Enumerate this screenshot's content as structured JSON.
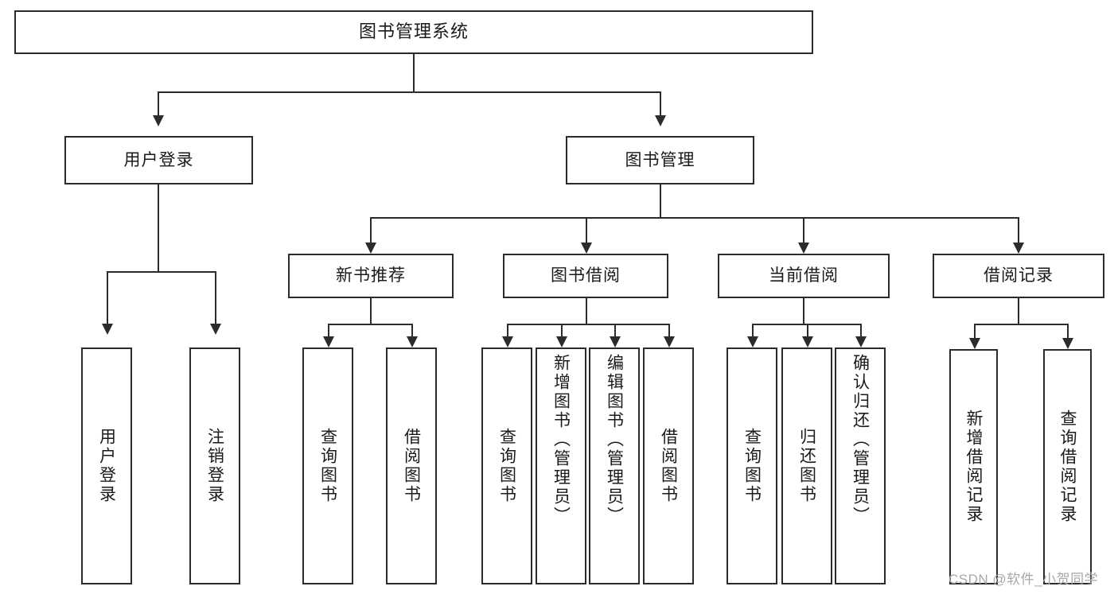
{
  "diagram": {
    "title_text": "图书管理系统",
    "type": "hierarchy-tree",
    "levels": 4,
    "root": {
      "id": "root",
      "label": "图书管理系统"
    },
    "level2": [
      {
        "id": "user-login",
        "label": "用户登录"
      },
      {
        "id": "book-management",
        "label": "图书管理"
      }
    ],
    "level3": [
      {
        "id": "new-book-recommend",
        "label": "新书推荐"
      },
      {
        "id": "book-borrow",
        "label": "图书借阅"
      },
      {
        "id": "current-borrow",
        "label": "当前借阅"
      },
      {
        "id": "borrow-record",
        "label": "借阅记录"
      }
    ],
    "leaves": {
      "user_login": [
        {
          "id": "leaf-user-login",
          "label": "用户登录"
        },
        {
          "id": "leaf-logout-login",
          "label": "注销登录"
        }
      ],
      "new_book_recommend": [
        {
          "id": "leaf-query-book-1",
          "label": "查询图书"
        },
        {
          "id": "leaf-borrow-book-1",
          "label": "借阅图书"
        }
      ],
      "book_borrow": [
        {
          "id": "leaf-query-book-2",
          "label": "查询图书"
        },
        {
          "id": "leaf-add-book",
          "label": "新增图书（管理员）"
        },
        {
          "id": "leaf-edit-book",
          "label": "编辑图书（管理员）"
        },
        {
          "id": "leaf-borrow-book-2",
          "label": "借阅图书"
        }
      ],
      "current_borrow": [
        {
          "id": "leaf-query-book-3",
          "label": "查询图书"
        },
        {
          "id": "leaf-return-book",
          "label": "归还图书"
        },
        {
          "id": "leaf-confirm-return",
          "label": "确认归还（管理员）"
        }
      ],
      "borrow_record": [
        {
          "id": "leaf-add-record",
          "label": "新增借阅记录"
        },
        {
          "id": "leaf-query-record",
          "label": "查询借阅记录"
        }
      ]
    }
  },
  "watermark": {
    "text": "CSDN @软件_小贺同学"
  },
  "colors": {
    "stroke": "#2b2b2b",
    "text": "#1a1a1a",
    "background": "#ffffff",
    "watermark": "#a8a8a8"
  }
}
